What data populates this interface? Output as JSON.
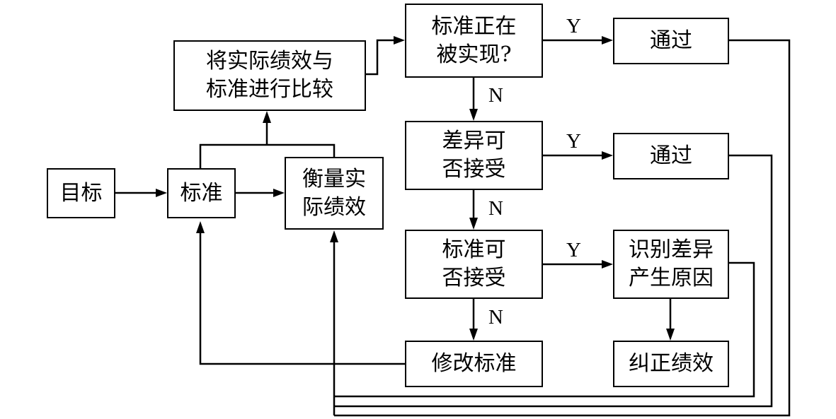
{
  "nodes": {
    "goal": "目标",
    "standard": "标准",
    "measure": "衡量实\n际绩效",
    "compare": "将实际绩效与\n标准进行比较",
    "q_met": "标准正在\n被实现?",
    "pass_1": "通过",
    "q_diff_ok": "差异可\n否接受",
    "pass_2": "通过",
    "q_std_ok": "标准可\n否接受",
    "identify_cause": "识别差异\n产生原因",
    "revise_standard": "修改标准",
    "correct_performance": "纠正绩效"
  },
  "labels": {
    "yes": "Y",
    "no": "N"
  }
}
